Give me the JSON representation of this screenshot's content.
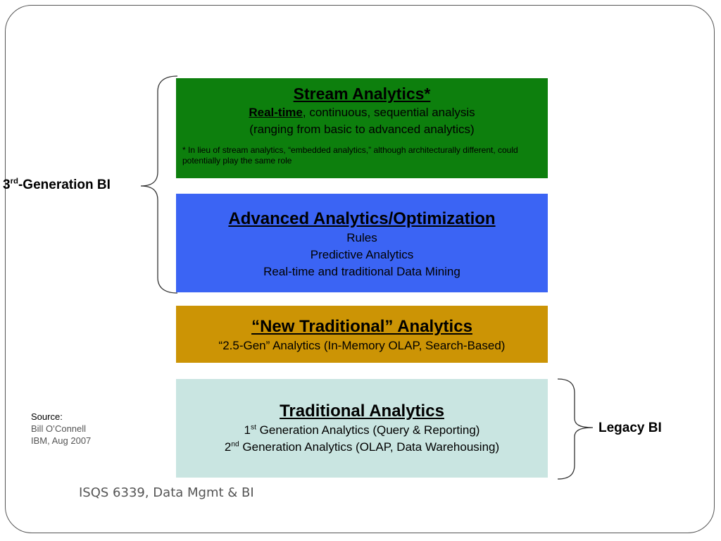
{
  "stream": {
    "title": "Stream Analytics*",
    "subtitle_emph": "Real-time",
    "subtitle_rest": ", continuous, sequential analysis",
    "subtitle_line2": "(ranging from basic to advanced analytics)",
    "note": "* In lieu of stream analytics, “embedded analytics,” although architecturally different, could potentially play the same role",
    "color": "#0d7f0d"
  },
  "advanced": {
    "title": "Advanced Analytics/Optimization",
    "items": [
      "Rules",
      "Predictive Analytics",
      "Real-time and traditional Data Mining"
    ],
    "color": "#3b64f4"
  },
  "new_traditional": {
    "title": "“New Traditional” Analytics",
    "subtitle": "“2.5-Gen” Analytics (In-Memory OLAP, Search-Based)",
    "color": "#cc9405"
  },
  "traditional": {
    "title": "Traditional Analytics",
    "line1_num": "1",
    "line1_sup": "st",
    "line1_rest": " Generation Analytics (Query & Reporting)",
    "line2_num": "2",
    "line2_sup": "nd",
    "line2_rest": " Generation Analytics (OLAP, Data Warehousing)",
    "color": "#c9e5e1"
  },
  "gen3_label": {
    "num": "3",
    "sup": "rd",
    "rest": "-Generation BI"
  },
  "legacy_label": "Legacy BI",
  "source": {
    "heading": "Source:",
    "name": "Bill O’Connell",
    "org": "IBM, Aug 2007"
  },
  "footer": "ISQS 6339, Data Mgmt & BI"
}
